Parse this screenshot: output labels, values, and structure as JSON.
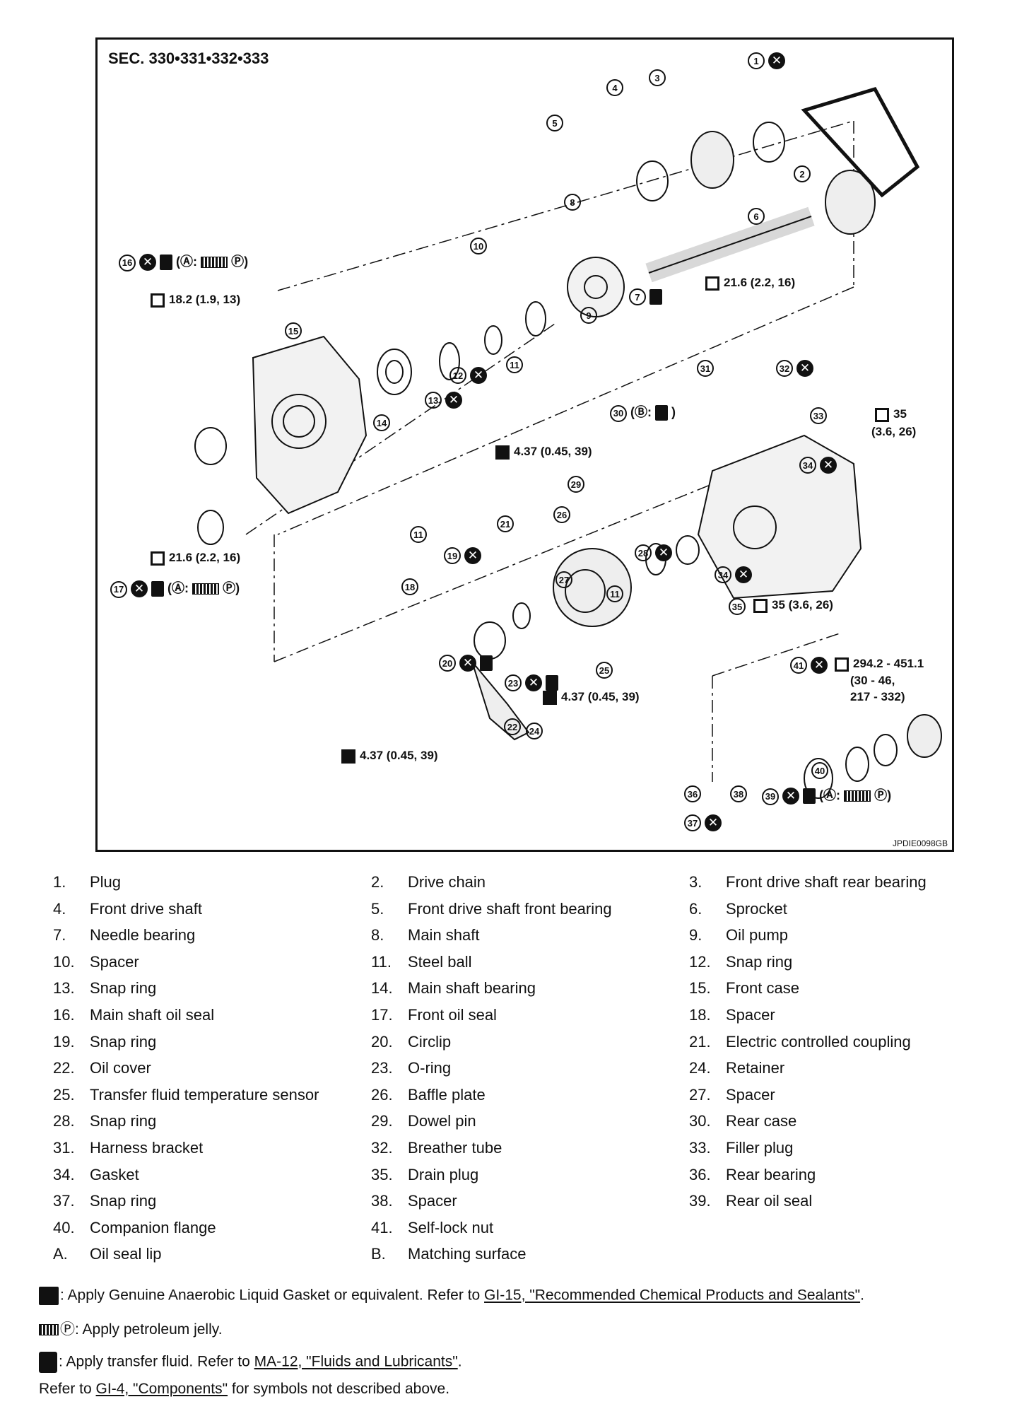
{
  "diagram": {
    "section_title": "SEC. 330•331•332•333",
    "figure_code": "JPDIE0098GB",
    "torques": [
      "18.2 (1.9, 13)",
      "21.6 (2.2, 16)",
      "21.6 (2.2, 16)",
      "4.37 (0.45, 39)",
      "4.37 (0.45, 39)",
      "4.37 (0.45, 39)",
      "35",
      "(3.6, 26)",
      "35 (3.6, 26)",
      "294.2 - 451.1",
      "(30 - 46,",
      "217 - 332)"
    ],
    "callout_tags": {
      "A_jelly": "(Ⓐ:",
      "P": "Ⓟ)",
      "B_gasket": "(Ⓑ:",
      "close": ")"
    },
    "callouts": [
      "1",
      "2",
      "3",
      "4",
      "5",
      "6",
      "7",
      "8",
      "9",
      "10",
      "11",
      "11",
      "11",
      "12",
      "13",
      "14",
      "15",
      "16",
      "17",
      "18",
      "19",
      "20",
      "21",
      "22",
      "23",
      "24",
      "25",
      "26",
      "27",
      "28",
      "29",
      "30",
      "31",
      "32",
      "33",
      "34",
      "34",
      "35",
      "36",
      "37",
      "38",
      "39",
      "40",
      "41"
    ]
  },
  "legend": {
    "rows": [
      [
        {
          "n": "1.",
          "t": "Plug"
        },
        {
          "n": "2.",
          "t": "Drive chain"
        },
        {
          "n": "3.",
          "t": "Front drive shaft rear bearing"
        }
      ],
      [
        {
          "n": "4.",
          "t": "Front drive shaft"
        },
        {
          "n": "5.",
          "t": "Front drive shaft front bearing"
        },
        {
          "n": "6.",
          "t": "Sprocket"
        }
      ],
      [
        {
          "n": "7.",
          "t": "Needle bearing"
        },
        {
          "n": "8.",
          "t": "Main shaft"
        },
        {
          "n": "9.",
          "t": "Oil pump"
        }
      ],
      [
        {
          "n": "10.",
          "t": "Spacer"
        },
        {
          "n": "11.",
          "t": "Steel ball"
        },
        {
          "n": "12.",
          "t": "Snap ring"
        }
      ],
      [
        {
          "n": "13.",
          "t": "Snap ring"
        },
        {
          "n": "14.",
          "t": "Main shaft bearing"
        },
        {
          "n": "15.",
          "t": "Front case"
        }
      ],
      [
        {
          "n": "16.",
          "t": "Main shaft oil seal"
        },
        {
          "n": "17.",
          "t": "Front oil seal"
        },
        {
          "n": "18.",
          "t": "Spacer"
        }
      ],
      [
        {
          "n": "19.",
          "t": "Snap ring"
        },
        {
          "n": "20.",
          "t": "Circlip"
        },
        {
          "n": "21.",
          "t": "Electric controlled coupling"
        }
      ],
      [
        {
          "n": "22.",
          "t": "Oil cover"
        },
        {
          "n": "23.",
          "t": "O-ring"
        },
        {
          "n": "24.",
          "t": "Retainer"
        }
      ],
      [
        {
          "n": "25.",
          "t": "Transfer fluid temperature sensor"
        },
        {
          "n": "26.",
          "t": "Baffle plate"
        },
        {
          "n": "27.",
          "t": "Spacer"
        }
      ],
      [
        {
          "n": "28.",
          "t": "Snap ring"
        },
        {
          "n": "29.",
          "t": "Dowel pin"
        },
        {
          "n": "30.",
          "t": "Rear case"
        }
      ],
      [
        {
          "n": "31.",
          "t": "Harness bracket"
        },
        {
          "n": "32.",
          "t": "Breather tube"
        },
        {
          "n": "33.",
          "t": "Filler plug"
        }
      ],
      [
        {
          "n": "34.",
          "t": "Gasket"
        },
        {
          "n": "35.",
          "t": "Drain plug"
        },
        {
          "n": "36.",
          "t": "Rear bearing"
        }
      ],
      [
        {
          "n": "37.",
          "t": "Snap ring"
        },
        {
          "n": "38.",
          "t": "Spacer"
        },
        {
          "n": "39.",
          "t": "Rear oil seal"
        }
      ],
      [
        {
          "n": "40.",
          "t": "Companion flange"
        },
        {
          "n": "41.",
          "t": "Self-lock nut"
        },
        {
          "n": "",
          "t": ""
        }
      ],
      [
        {
          "n": "A.",
          "t": "Oil seal lip"
        },
        {
          "n": "B.",
          "t": "Matching surface"
        },
        {
          "n": "",
          "t": ""
        }
      ]
    ]
  },
  "notes": {
    "gasket_pre": ": Apply Genuine Anaerobic Liquid Gasket or equivalent. Refer to ",
    "gasket_link": "GI-15, \"Recommended Chemical Products and Sealants\"",
    "gasket_post": ".",
    "jelly_tag": "Ⓟ",
    "jelly_text": ": Apply petroleum jelly.",
    "fluid_pre": ": Apply transfer fluid. Refer to ",
    "fluid_link": "MA-12, \"Fluids and Lubricants\"",
    "fluid_post": ".",
    "refer_pre": "Refer to ",
    "refer_link": "GI-4, \"Components\"",
    "refer_post": " for symbols not described above."
  }
}
